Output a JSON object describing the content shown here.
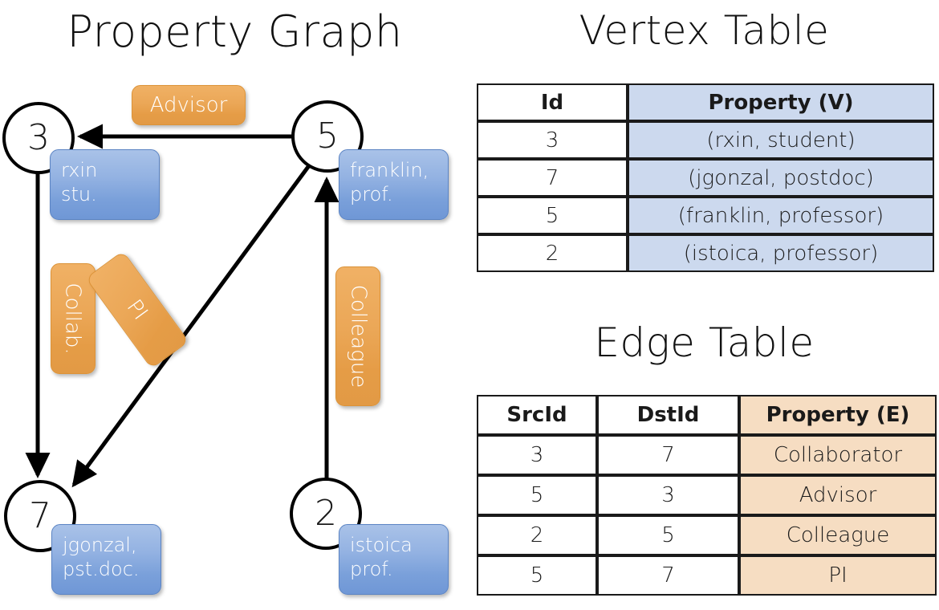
{
  "titles": {
    "property_graph": "Property Graph",
    "vertex_table": "Vertex Table",
    "edge_table": "Edge Table"
  },
  "graph": {
    "vertices": [
      {
        "id": "3",
        "property_text": "rxin\nstu.",
        "name": "rxin",
        "role": "stu."
      },
      {
        "id": "5",
        "property_text": "franklin,\nprof.",
        "name": "franklin",
        "role": "prof."
      },
      {
        "id": "7",
        "property_text": "jgonzal,\npst.doc.",
        "name": "jgonzal",
        "role": "pst.doc."
      },
      {
        "id": "2",
        "property_text": "istoica\nprof.",
        "name": "istoica",
        "role": "prof."
      }
    ],
    "edge_labels": [
      {
        "key": "advisor",
        "label": "Advisor",
        "src": "5",
        "dst": "3"
      },
      {
        "key": "collab",
        "label": "Collab.",
        "src": "3",
        "dst": "7"
      },
      {
        "key": "pi",
        "label": "PI",
        "src": "5",
        "dst": "7"
      },
      {
        "key": "colleague",
        "label": "Colleague",
        "src": "2",
        "dst": "5"
      }
    ]
  },
  "vertex_table": {
    "headers": [
      "Id",
      "Property (V)"
    ],
    "rows": [
      {
        "id": "3",
        "property": "(rxin, student)"
      },
      {
        "id": "7",
        "property": "(jgonzal, postdoc)"
      },
      {
        "id": "5",
        "property": "(franklin, professor)"
      },
      {
        "id": "2",
        "property": "(istoica, professor)"
      }
    ]
  },
  "edge_table": {
    "headers": [
      "SrcId",
      "DstId",
      "Property (E)"
    ],
    "rows": [
      {
        "src": "3",
        "dst": "7",
        "property": "Collaborator"
      },
      {
        "src": "5",
        "dst": "3",
        "property": "Advisor"
      },
      {
        "src": "2",
        "dst": "5",
        "property": "Colleague"
      },
      {
        "src": "5",
        "dst": "7",
        "property": "PI"
      }
    ]
  },
  "colors": {
    "vertex_property_fill": "#7aa0da",
    "edge_label_fill": "#eba757",
    "vertex_table_header_fill": "#ccd9ee",
    "edge_table_header_fill": "#f6ddc2",
    "stroke": "#000000",
    "background": "#ffffff"
  }
}
